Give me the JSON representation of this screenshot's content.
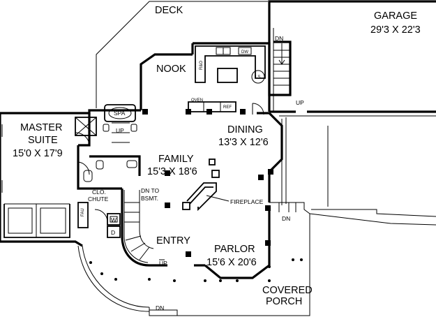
{
  "rooms": {
    "deck": "DECK",
    "garage_name": "GARAGE",
    "garage_size": "29'3 X 22'3",
    "nook": "NOOK",
    "master_name": "MASTER",
    "master_suite": "SUITE",
    "master_size": "15'0 X 17'9",
    "dining_name": "DINING",
    "dining_size": "13'3 X 12'6",
    "family_name": "FAMILY",
    "family_size": "15'3 X 18'6",
    "parlor_name": "PARLOR",
    "parlor_size": "15'6 X 20'6",
    "entry": "ENTRY",
    "porch_1": "COVERED",
    "porch_2": "PORCH"
  },
  "labels": {
    "spa": "SPA",
    "up_bath": "UP",
    "up_kitchen": "UP",
    "up_entry": "UP",
    "dn_garage": "DN",
    "dn_porch": "DN",
    "dn_bottom": "DN",
    "clo": "CLO.",
    "chute": "CHUTE",
    "dn_to": "DN TO",
    "bsmt": "BSMT.",
    "fireplace": "FIREPLACE",
    "fau": "FAU",
    "w": "W",
    "d": "D",
    "oven": "OVEN",
    "ref": "REF",
    "dw": "DW",
    "ro": "R&O",
    "ls": "LS"
  }
}
